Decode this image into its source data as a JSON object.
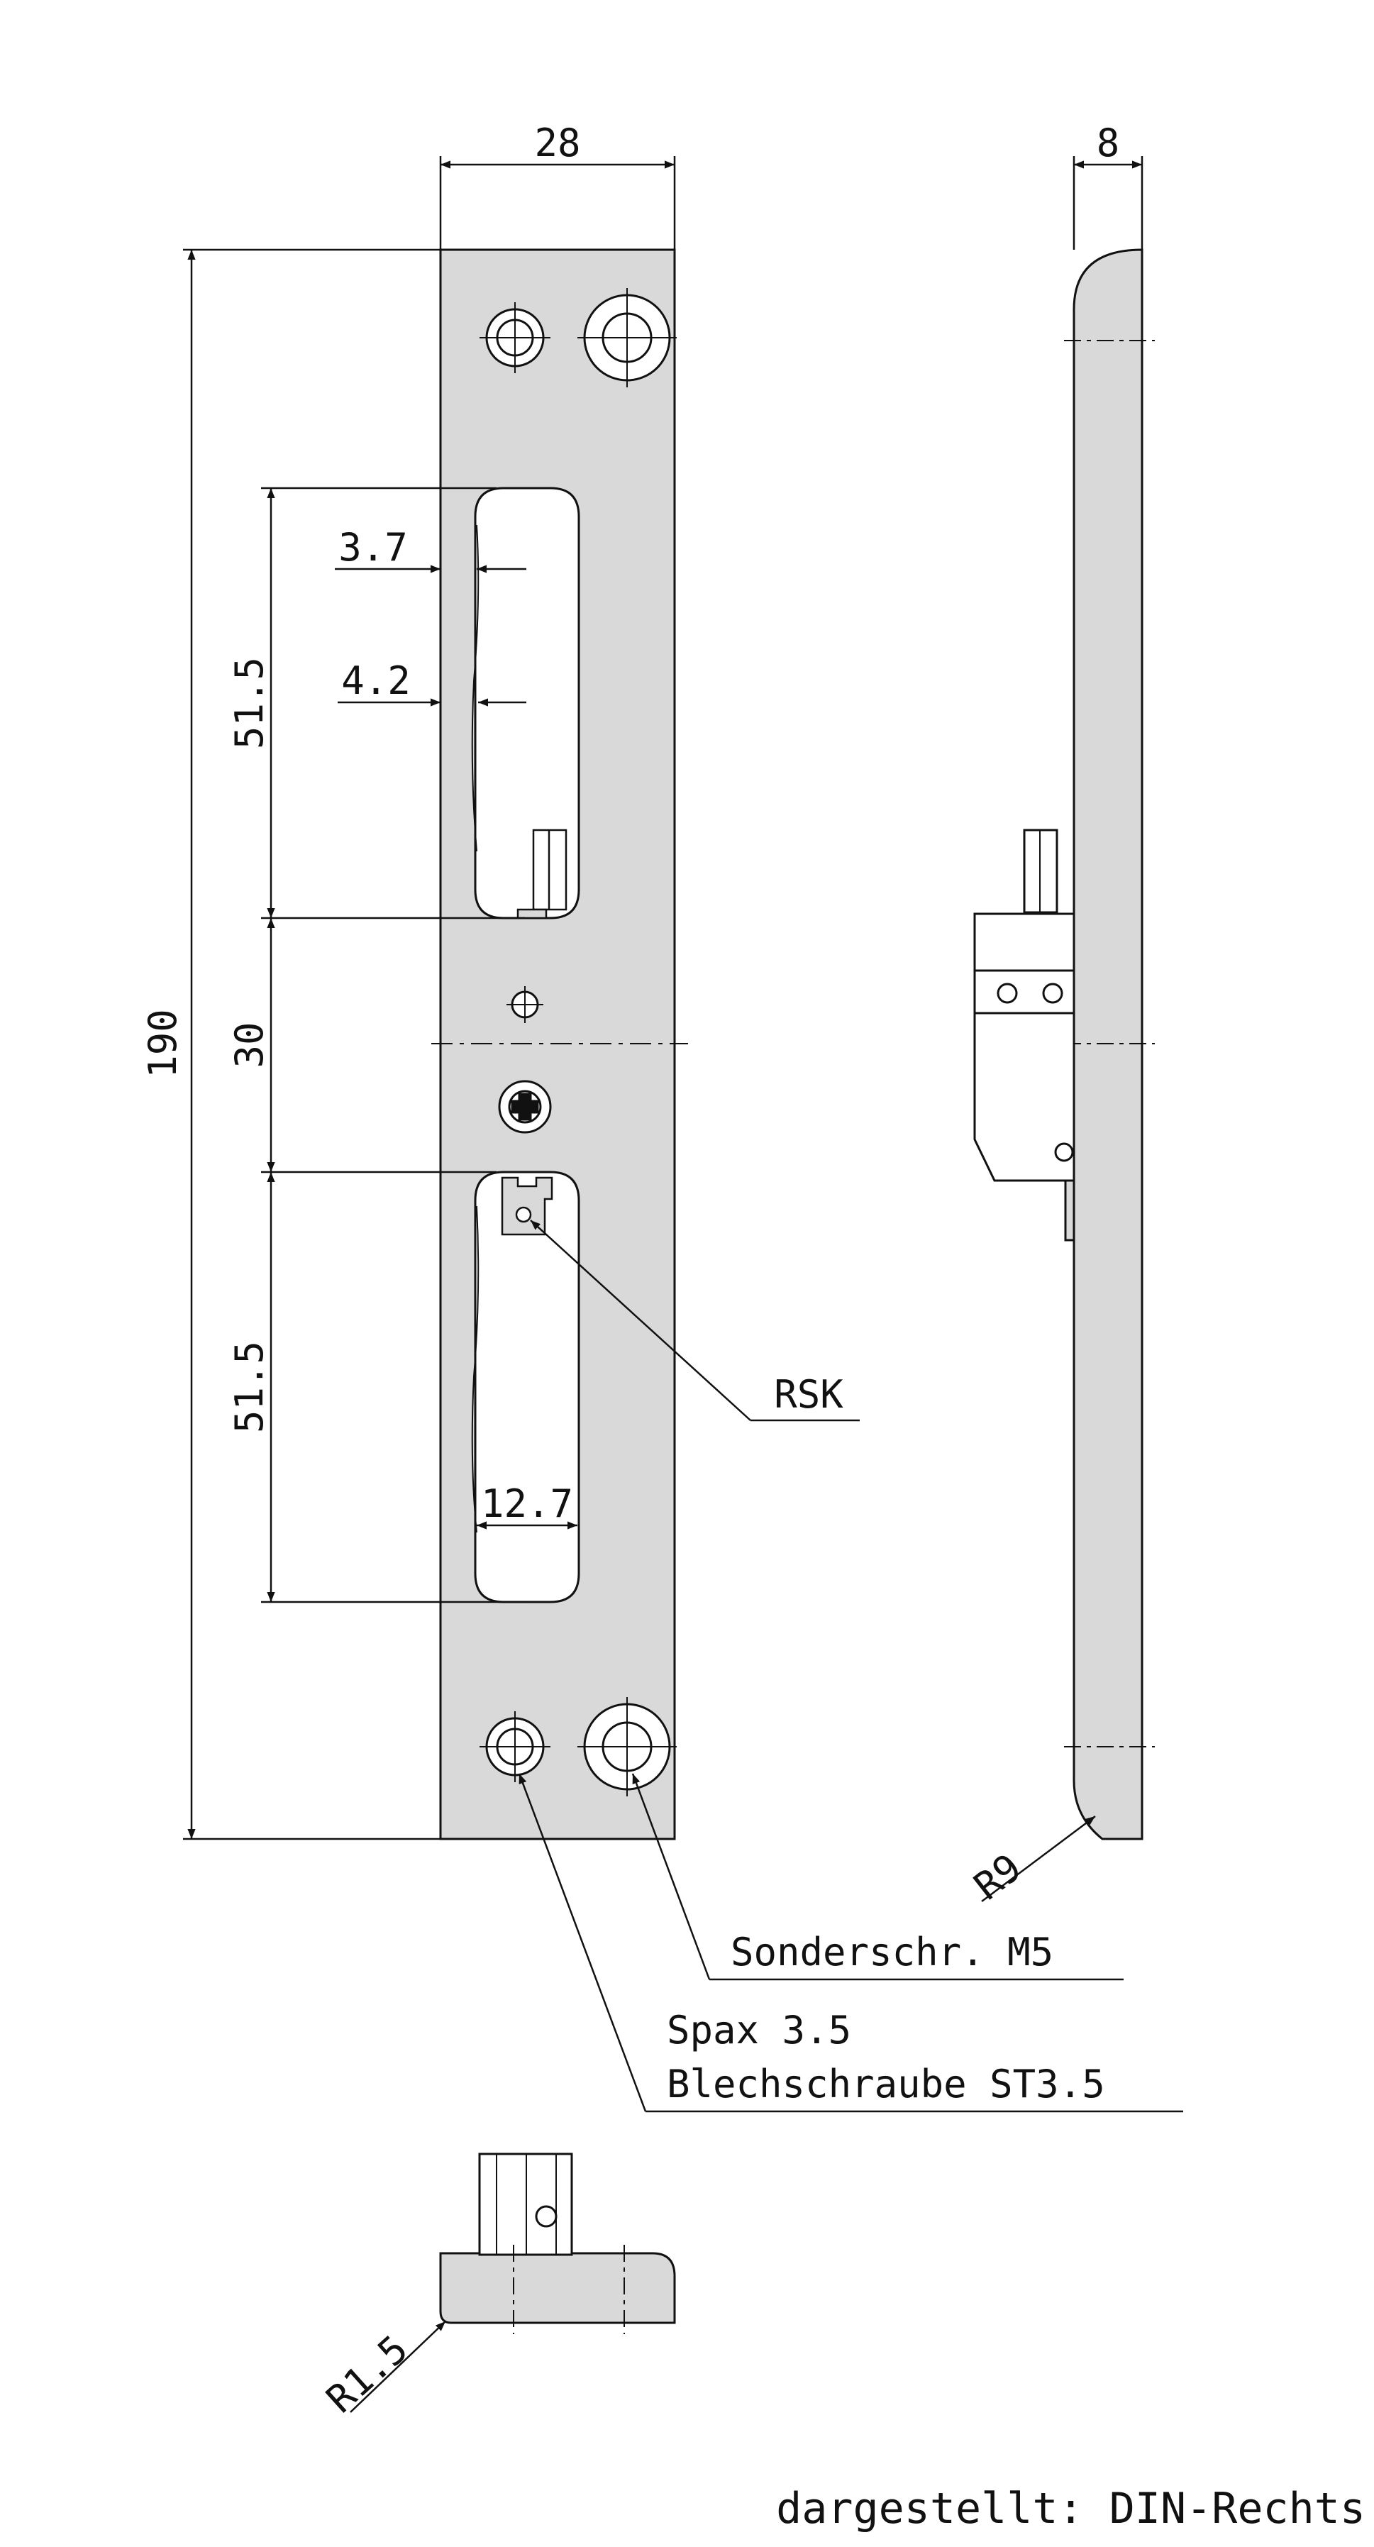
{
  "colors": {
    "plate_fill": "#d9d9d9",
    "line": "#111111",
    "background": "#ffffff"
  },
  "dimensions": {
    "width": "28",
    "thickness": "8",
    "total_height": "190",
    "slot_height_top": "51.5",
    "slot_gap": "30",
    "slot_height_bottom": "51.5",
    "detail_a": "3.7",
    "detail_b": "4.2",
    "slot_width": "12.7",
    "radius_side": "R9",
    "radius_bottom": "R1.5"
  },
  "labels": {
    "rsk": "RSK",
    "screw_special": "Sonderschr. M5",
    "screw_spax": "Spax 3.5",
    "screw_sheet": "Blechschraube ST3.5",
    "view_note": "dargestellt: DIN-Rechts"
  }
}
